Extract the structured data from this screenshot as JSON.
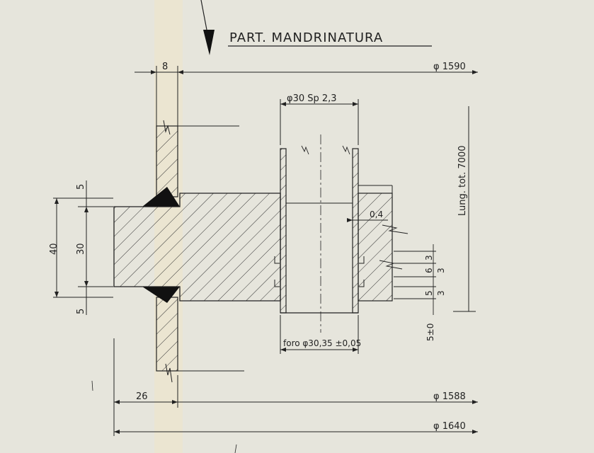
{
  "title": "PART. MANDRINATURA",
  "dimensions": {
    "top_width": "8",
    "d1590": "φ 1590",
    "tube": "φ30 Sp 2,3",
    "length": "Lung. tot. 7000",
    "h40": "40",
    "h30": "30",
    "h5_top": "5",
    "h5_bot": "5",
    "gap": "0,4",
    "s3a": "3",
    "s6": "6",
    "s3b": "3",
    "s3c": "3",
    "s5": "5",
    "tol": "5±0",
    "hole": "foro φ30,35 ±0,05",
    "d26": "26",
    "d1588": "φ 1588",
    "d1640": "φ 1640"
  }
}
